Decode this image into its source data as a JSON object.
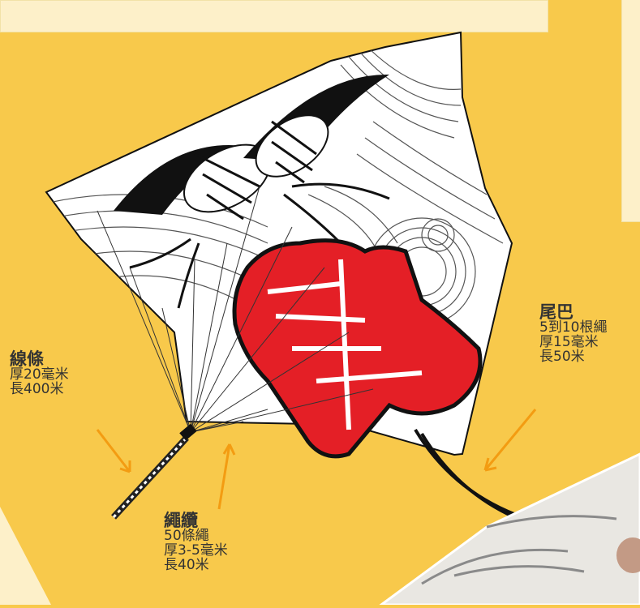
{
  "labels": {
    "line": {
      "title": "線條",
      "lines": [
        "厚20毫米",
        "長400米"
      ]
    },
    "tail": {
      "title": "尾巴",
      "lines": [
        "5到10根繩",
        "厚15毫米",
        "長50米"
      ]
    },
    "rope": {
      "title": "繩纜",
      "lines": [
        "50條繩",
        "厚3-5毫米",
        "長40米"
      ]
    }
  },
  "colors": {
    "background": "#f8c94b",
    "panel": "#fdf0c9",
    "kite_fill": "#ffffff",
    "ink": "#111111",
    "red_character": "#e41f26",
    "arrow": "#f39c12",
    "text": "#333333"
  }
}
